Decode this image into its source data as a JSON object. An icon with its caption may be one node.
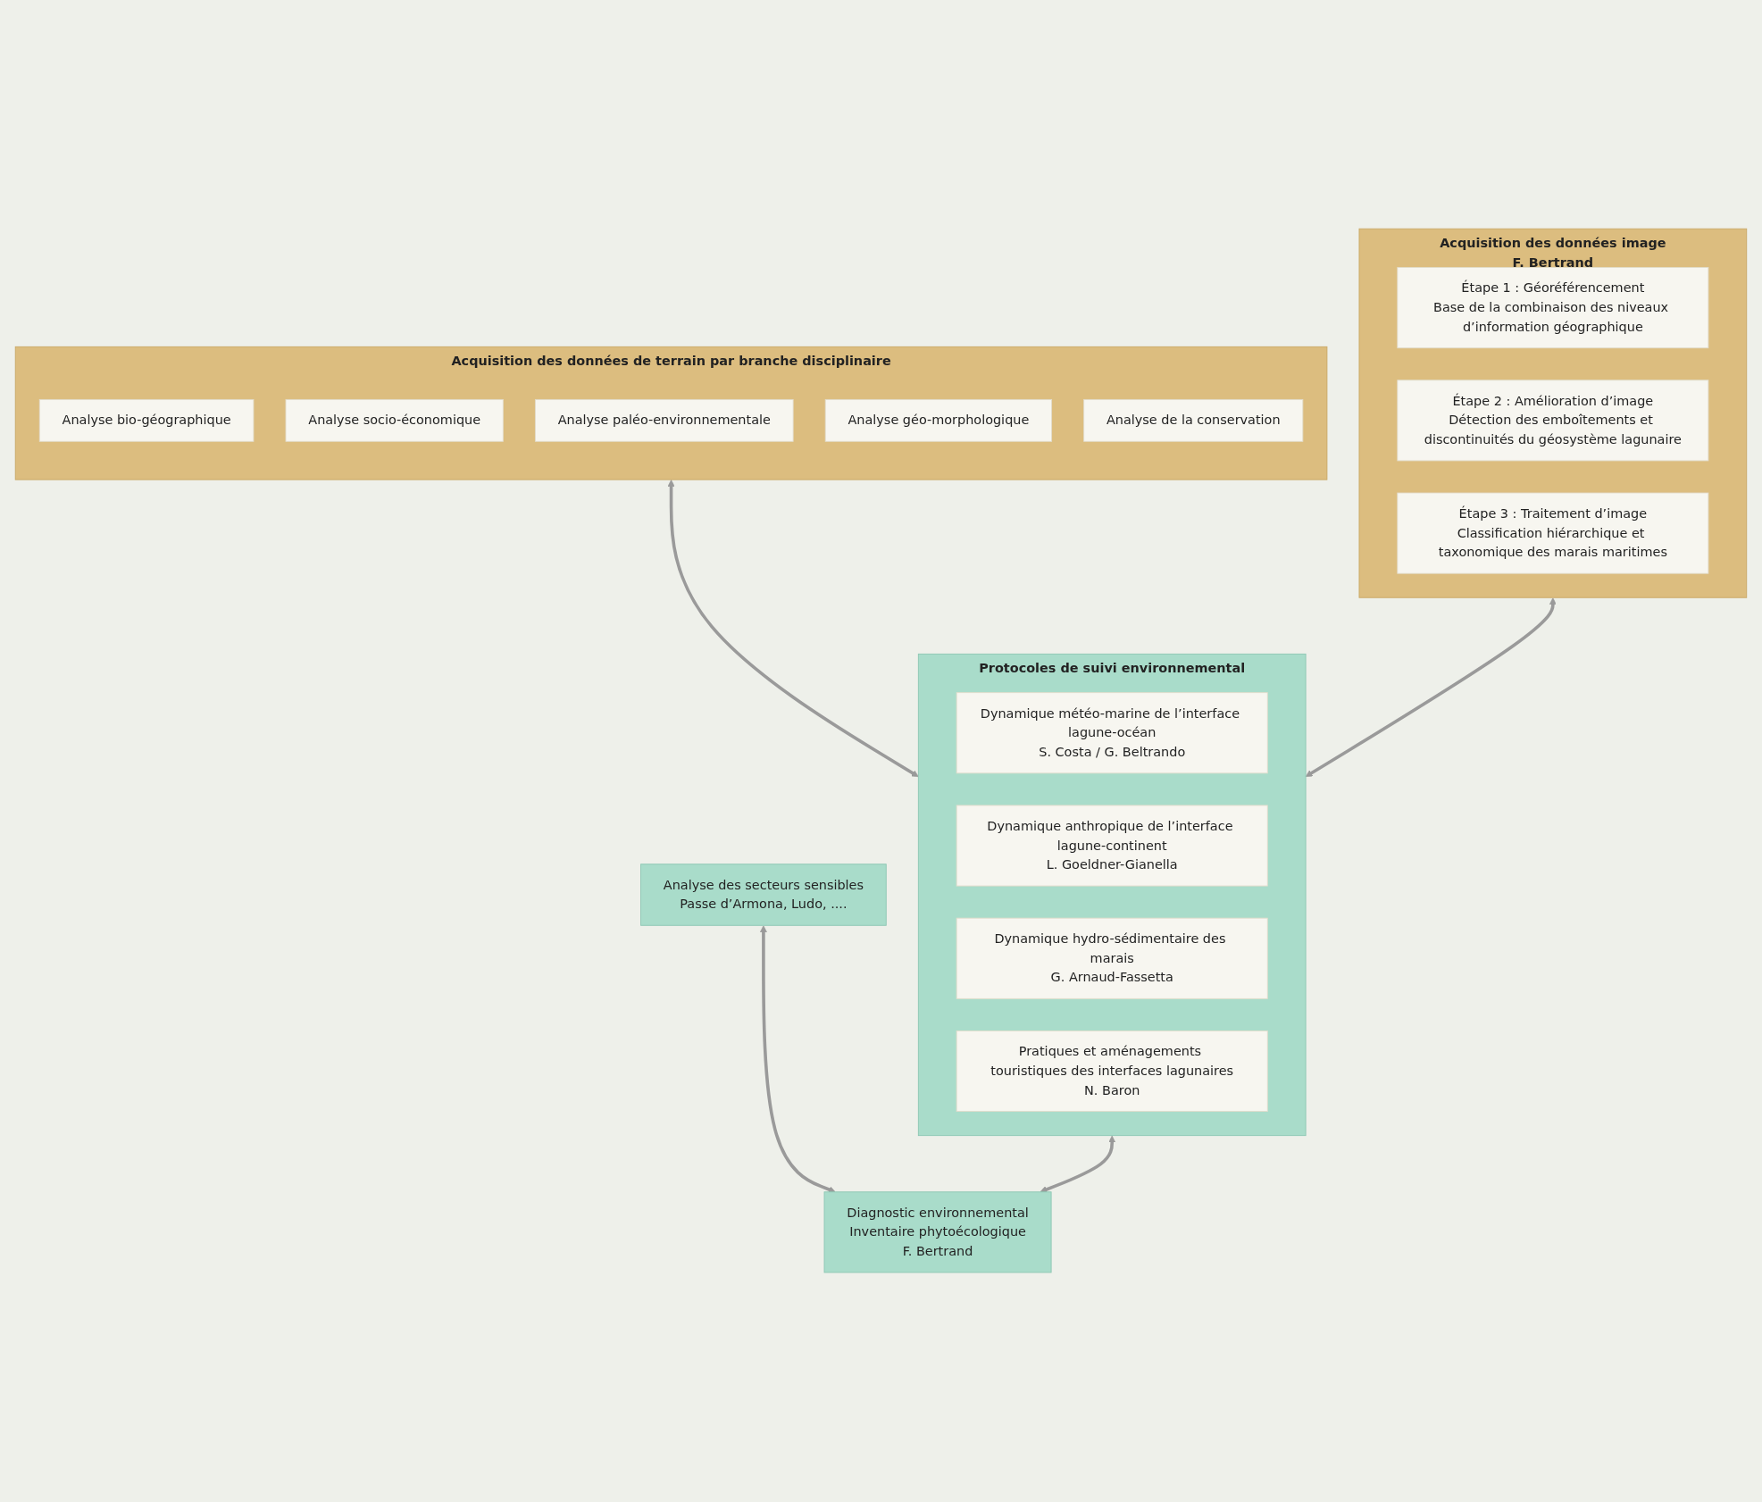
{
  "diagram": {
    "nodes": [
      {
        "text": [
          "Acquisition des données de terrain par branche disciplinaire"
        ]
      },
      {
        "text": [
          "Analyse bio-géographique"
        ],
        "in": 0
      },
      {
        "text": [
          "Analyse socio-économique"
        ],
        "in": 0
      },
      {
        "text": [
          "Analyse paléo-environnementale"
        ],
        "in": 0
      },
      {
        "text": [
          "Analyse géo-morphologique"
        ],
        "in": 0
      },
      {
        "text": [
          "Analyse de la conservation"
        ],
        "in": 0
      },
      {
        "text": [
          "Acquisition des données image",
          "F. Bertrand"
        ]
      },
      {
        "text": [
          "Étape 1 : Géoréférencement",
          "Base de la combinaison des niveaux d’information géographique"
        ],
        "in": 6
      },
      {
        "text": [
          "Étape 2 : Amélioration d’image",
          "Détection des emboîtements et discontinuités du géosystème lagunaire"
        ],
        "in": 6
      },
      {
        "text": [
          "Étape 3 : Traitement d’image",
          "Classification hiérarchique et taxonomique des marais maritimes"
        ],
        "in": 6
      },
      {
        "text": [
          "Protocoles de suivi environnemental"
        ]
      },
      {
        "text": [
          "Dynamique météo-marine de l’interface lagune-océan",
          "S. Costa / G. Beltrando"
        ],
        "in": 10
      },
      {
        "text": [
          "Dynamique anthropique de l’interface lagune-continent",
          "L. Goeldner-Gianella"
        ],
        "in": 10
      },
      {
        "text": [
          "Dynamique hydro-sédimentaire des marais",
          "G. Arnaud-Fassetta"
        ],
        "in": 10
      },
      {
        "text": [
          "Pratiques et aménagements touristiques des interfaces lagunaires",
          "N. Baron"
        ],
        "in": 10
      },
      {
        "text": [
          "Analyse des secteurs sensibles",
          "Passe d’Armona, Ludo, ...."
        ]
      },
      {
        "text": [
          "Diagnostic environnemental",
          "Inventaire phytoécologique",
          "F. Bertrand"
        ]
      }
    ],
    "edges": [
      {
        "from": 0,
        "to": 10,
        "arrow": "both"
      },
      {
        "from": 6,
        "to": 10,
        "arrow": "both"
      },
      {
        "from": 10,
        "to": 16,
        "arrow": "both"
      },
      {
        "from": 15,
        "to": 16,
        "arrow": "both"
      }
    ]
  }
}
